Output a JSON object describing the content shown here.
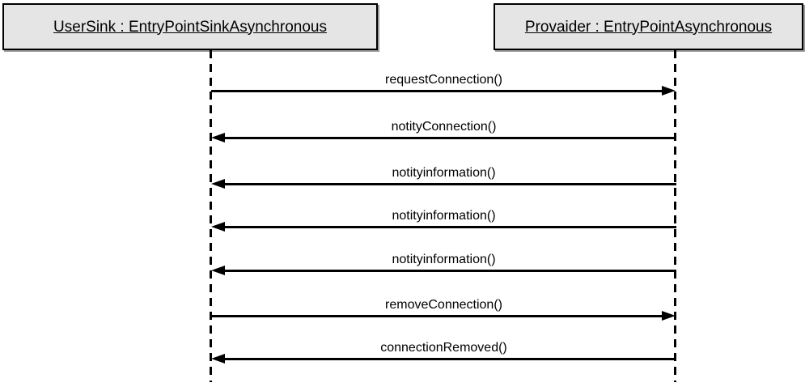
{
  "diagram": {
    "type": "uml-sequence-diagram",
    "participants": [
      {
        "label": "UserSink : EntryPointSinkAsynchronous"
      },
      {
        "label": "Provaider : EntryPointAsynchronous"
      }
    ],
    "messages": [
      {
        "label": "requestConnection()",
        "from": "UserSink : EntryPointSinkAsynchronous",
        "to": "Provaider : EntryPointAsynchronous",
        "direction": "right"
      },
      {
        "label": "notityConnection()",
        "from": "Provaider : EntryPointAsynchronous",
        "to": "UserSink : EntryPointSinkAsynchronous",
        "direction": "left"
      },
      {
        "label": "notityinformation()",
        "from": "Provaider : EntryPointAsynchronous",
        "to": "UserSink : EntryPointSinkAsynchronous",
        "direction": "left"
      },
      {
        "label": "notityinformation()",
        "from": "Provaider : EntryPointAsynchronous",
        "to": "UserSink : EntryPointSinkAsynchronous",
        "direction": "left"
      },
      {
        "label": "notityinformation()",
        "from": "Provaider : EntryPointAsynchronous",
        "to": "UserSink : EntryPointSinkAsynchronous",
        "direction": "left"
      },
      {
        "label": "removeConnection()",
        "from": "UserSink : EntryPointSinkAsynchronous",
        "to": "Provaider : EntryPointAsynchronous",
        "direction": "right"
      },
      {
        "label": "connectionRemoved()",
        "from": "Provaider : EntryPointAsynchronous",
        "to": "UserSink : EntryPointSinkAsynchronous",
        "direction": "left"
      }
    ],
    "colors": {
      "participant_fill": "#e5e5e5",
      "border": "#000000",
      "text": "#000000",
      "background": "#ffffff"
    }
  }
}
